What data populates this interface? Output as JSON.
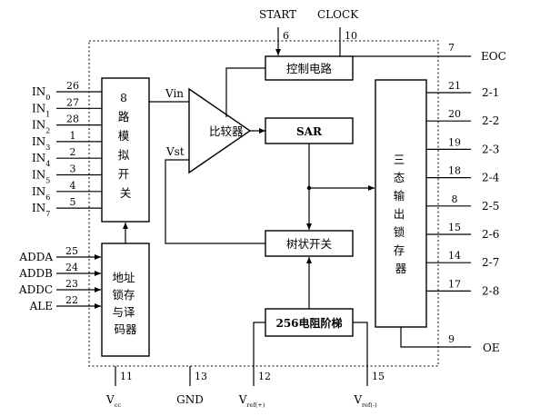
{
  "blocks": {
    "mux_lines": [
      "8",
      "路",
      "模",
      "拟",
      "开",
      "关"
    ],
    "latch_lines": [
      "地址",
      "锁存",
      "与译",
      "码器"
    ],
    "comparator": "比较器",
    "control": "控制电路",
    "sar": "SAR",
    "tree_switch": "树状开关",
    "ladder": "256电阻阶梯",
    "output_latch_lines": [
      "三",
      "态",
      "输",
      "出",
      "锁",
      "存",
      "器"
    ]
  },
  "signals": {
    "vin": "Vin",
    "vst": "Vst"
  },
  "left_pins": [
    {
      "name": "IN",
      "sub": "0",
      "num": "26"
    },
    {
      "name": "IN",
      "sub": "1",
      "num": "27"
    },
    {
      "name": "IN",
      "sub": "2",
      "num": "28"
    },
    {
      "name": "IN",
      "sub": "3",
      "num": "1"
    },
    {
      "name": "IN",
      "sub": "4",
      "num": "2"
    },
    {
      "name": "IN",
      "sub": "5",
      "num": "3"
    },
    {
      "name": "IN",
      "sub": "6",
      "num": "4"
    },
    {
      "name": "IN",
      "sub": "7",
      "num": "5"
    }
  ],
  "addr_pins": [
    {
      "name": "ADDA",
      "num": "25"
    },
    {
      "name": "ADDB",
      "num": "24"
    },
    {
      "name": "ADDC",
      "num": "23"
    },
    {
      "name": "ALE",
      "num": "22"
    }
  ],
  "top_pins": [
    {
      "name": "START",
      "num": "6"
    },
    {
      "name": "CLOCK",
      "num": "10"
    }
  ],
  "eoc": {
    "name": "EOC",
    "num": "7"
  },
  "oe": {
    "name": "OE",
    "num": "9"
  },
  "right_pins": [
    {
      "num": "21",
      "name": "2-1"
    },
    {
      "num": "20",
      "name": "2-2"
    },
    {
      "num": "19",
      "name": "2-3"
    },
    {
      "num": "18",
      "name": "2-4"
    },
    {
      "num": "8",
      "name": "2-5"
    },
    {
      "num": "15",
      "name": "2-6"
    },
    {
      "num": "14",
      "name": "2-7"
    },
    {
      "num": "17",
      "name": "2-8"
    }
  ],
  "bottom_pins": [
    {
      "num": "11",
      "name": "V",
      "sub": "cc"
    },
    {
      "num": "13",
      "name": "GND",
      "sub": ""
    },
    {
      "num": "12",
      "name": "V",
      "sub": "ref(+)"
    },
    {
      "num": "15",
      "name": "V",
      "sub": "ref(-)"
    }
  ]
}
